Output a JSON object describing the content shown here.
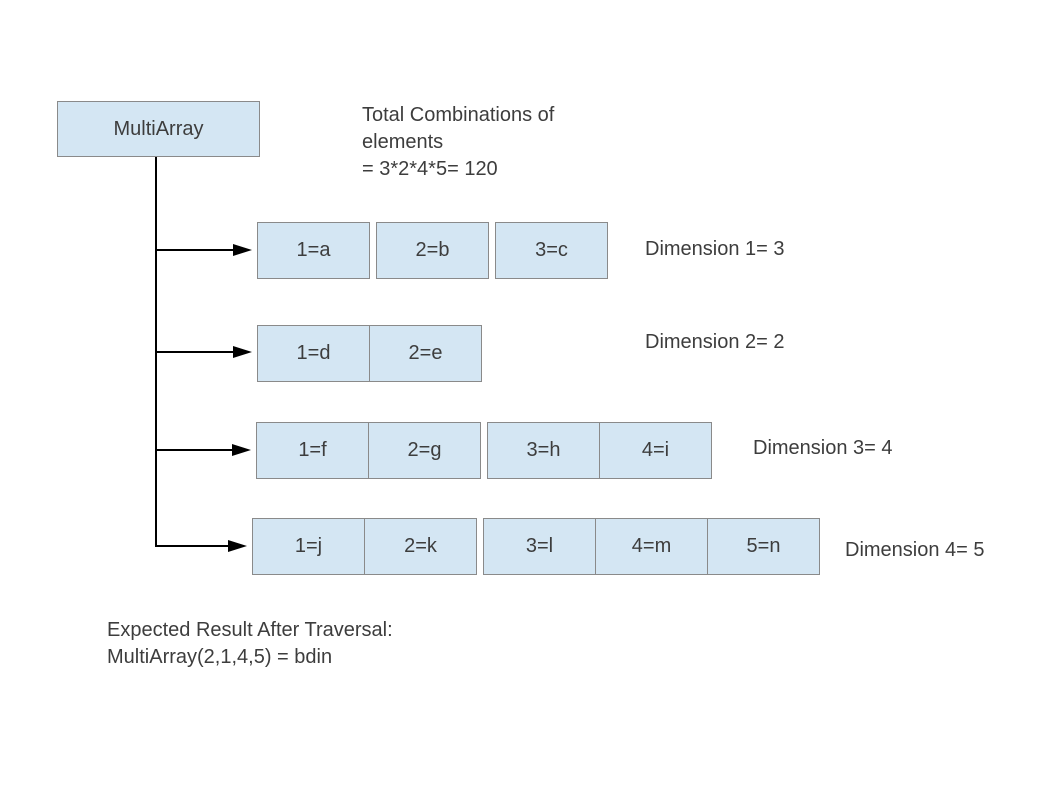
{
  "diagram": {
    "root_label": "MultiArray",
    "total_combinations_note": "Total Combinations of\nelements\n= 3*2*4*5= 120",
    "expected_result_note": "Expected Result After Traversal:\nMultiArray(2,1,4,5) = bdin",
    "rows": [
      {
        "label": "Dimension 1= 3",
        "groups": [
          [
            "1=a"
          ],
          [
            "2=b"
          ],
          [
            "3=c"
          ]
        ]
      },
      {
        "label": "Dimension 2= 2",
        "groups": [
          [
            "1=d",
            "2=e"
          ]
        ]
      },
      {
        "label": "Dimension 3= 4",
        "groups": [
          [
            "1=f",
            "2=g"
          ],
          [
            "3=h",
            "4=i"
          ]
        ]
      },
      {
        "label": "Dimension 4= 5",
        "groups": [
          [
            "1=j",
            "2=k"
          ],
          [
            "3=l",
            "4=m",
            "5=n"
          ]
        ]
      }
    ],
    "icons": {
      "connector_arrow": "right-arrowhead-icon"
    },
    "colors": {
      "cell_fill": "#d4e6f3",
      "cell_border": "#8a8a8a",
      "connector_line": "#000000",
      "text": "#3d3d3d",
      "background": "#ffffff"
    }
  }
}
